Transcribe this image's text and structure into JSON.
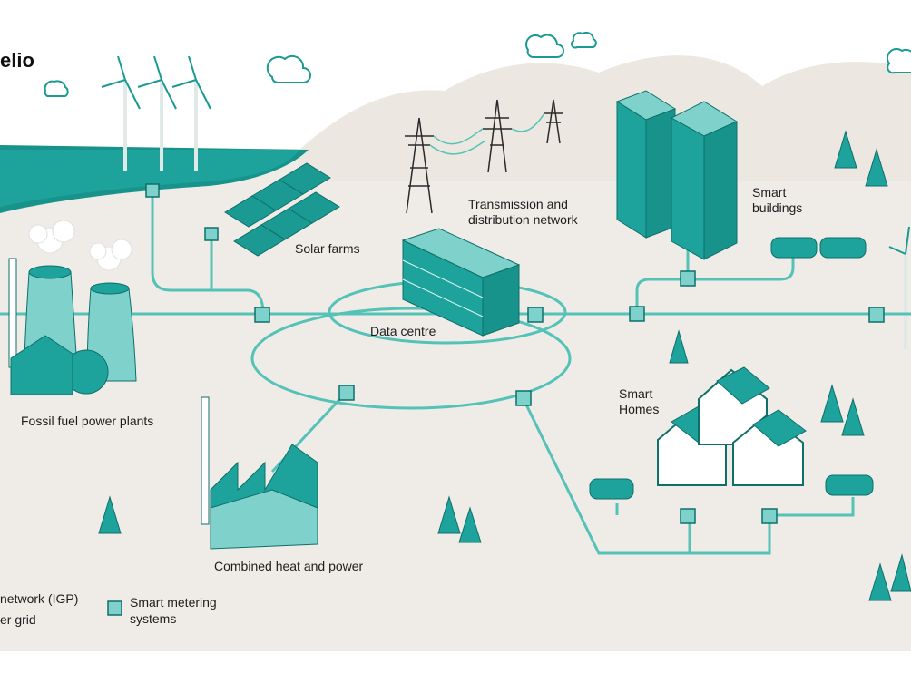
{
  "brand": {
    "logo_text": "elio"
  },
  "colors": {
    "teal": "#1a9a93",
    "teal_dark": "#0f6f6a",
    "teal_light": "#7fd2cb",
    "ground": "#efece7",
    "line": "#55c2b8"
  },
  "labels": {
    "transmission": [
      "Transmission and",
      "distribution network"
    ],
    "smart_buildings": [
      "Smart",
      "buildings"
    ],
    "solar_farms": "Solar farms",
    "data_centre": "Data centre",
    "fossil_fuel": "Fossil fuel power plants",
    "smart_homes": [
      "Smart",
      "Homes"
    ],
    "chp": "Combined heat and power"
  },
  "legend": {
    "network": [
      "network (IGP)",
      "er grid"
    ],
    "smart_metering": [
      "Smart metering",
      "systems"
    ]
  }
}
